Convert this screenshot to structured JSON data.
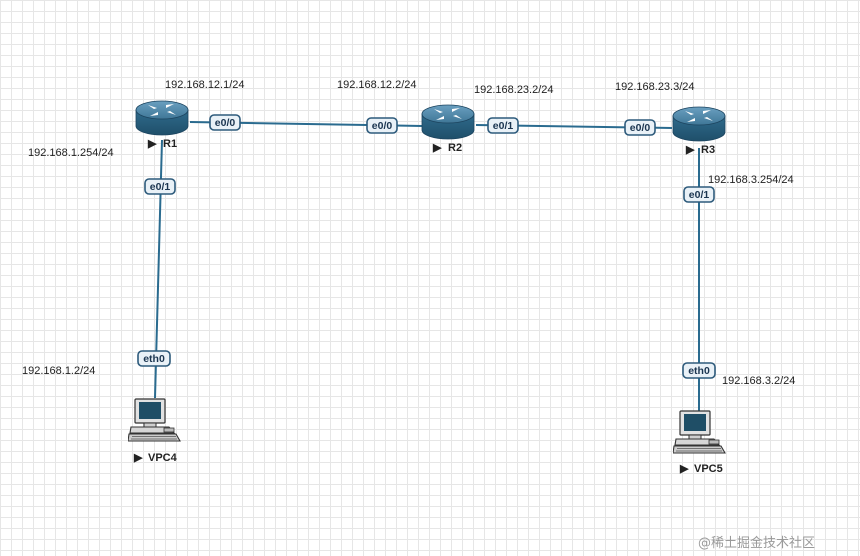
{
  "routers": [
    {
      "name": "R1"
    },
    {
      "name": "R2"
    },
    {
      "name": "R3"
    }
  ],
  "pcs": [
    {
      "name": "VPC4"
    },
    {
      "name": "VPC5"
    }
  ],
  "interfaces": {
    "r1_e00": "e0/0",
    "r1_e01": "e0/1",
    "r2_e00": "e0/0",
    "r2_e01": "e0/1",
    "r3_e00": "e0/0",
    "r3_e01": "e0/1",
    "vpc4_eth0": "eth0",
    "vpc5_eth0": "eth0"
  },
  "ip_labels": {
    "r1_e00": "192.168.12.1/24",
    "r1_e01": "192.168.1.254/24",
    "r2_e00": "192.168.12.2/24",
    "r2_e01": "192.168.23.2/24",
    "r3_e00": "192.168.23.3/24",
    "r3_e01": "192.168.3.254/24",
    "vpc4": "192.168.1.2/24",
    "vpc5": "192.168.3.2/24"
  },
  "watermark": "@稀土掘金技术社区",
  "colors": {
    "router_top": "#4f86a8",
    "router_body": "#2f6b8c",
    "link": "#2a6b8f",
    "grid": "#e6e6e6"
  }
}
